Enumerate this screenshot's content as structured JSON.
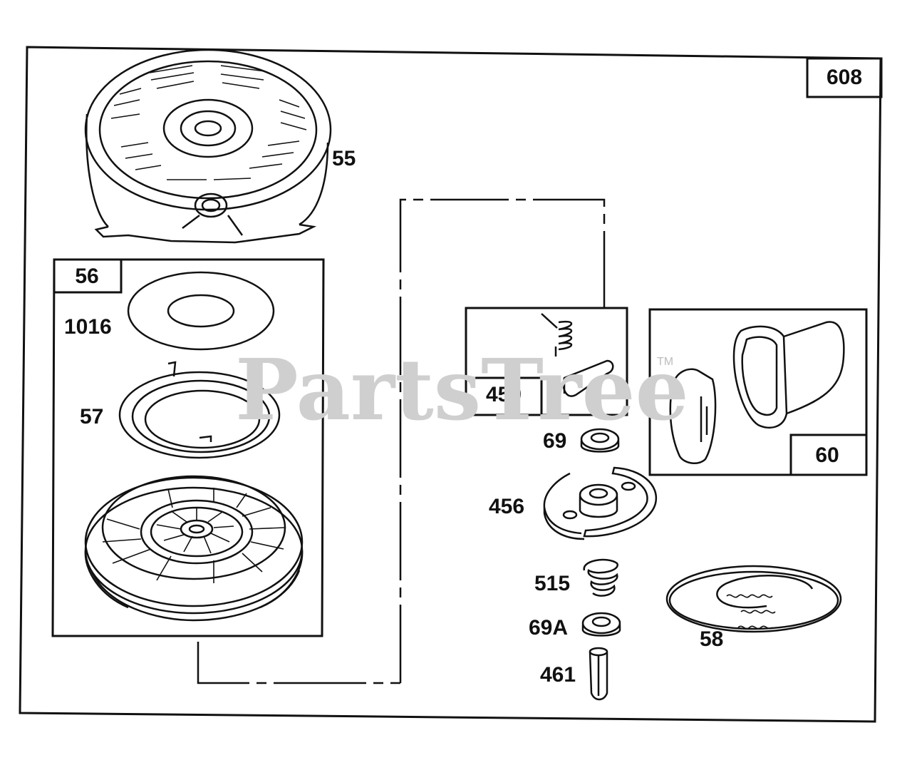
{
  "watermark": {
    "text": "PartsTree",
    "trademark": "TM"
  },
  "callouts": {
    "p608": "608",
    "p55": "55",
    "p56": "56",
    "p1016": "1016",
    "p57": "57",
    "p459": "459",
    "p60": "60",
    "p69": "69",
    "p456": "456",
    "p515": "515",
    "p69a": "69A",
    "p461": "461",
    "p58": "58"
  }
}
